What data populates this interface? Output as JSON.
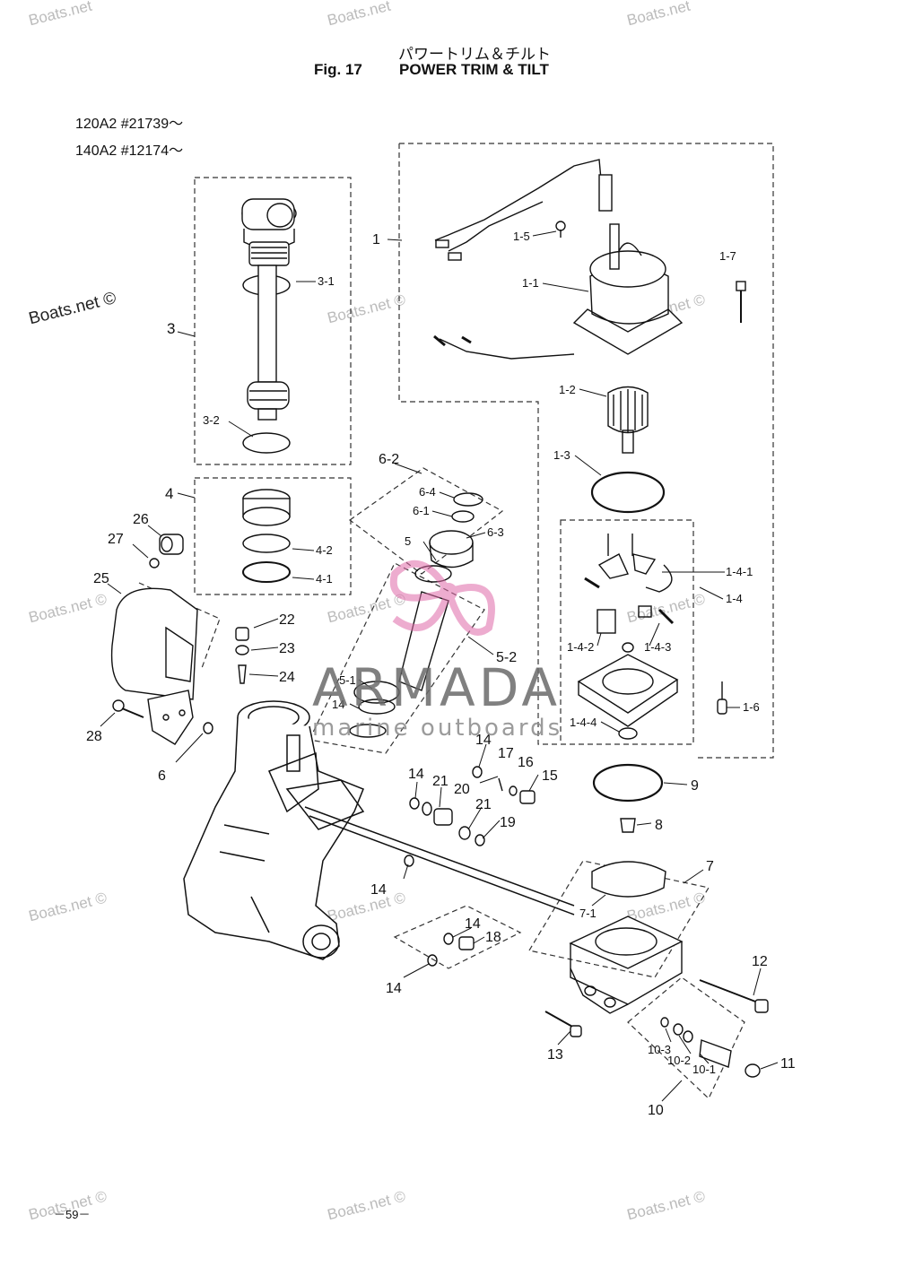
{
  "header": {
    "title_jp": "パワートリム＆チルト",
    "fig": "Fig. 17",
    "title_en": "POWER TRIM & TILT"
  },
  "models": [
    "120A2 #21739～",
    "140A2 #12174～"
  ],
  "page_number": "－59－",
  "watermarks": {
    "site": "Boats.net",
    "site_copyright": "Boats.net ©"
  },
  "brand": {
    "name": "ARMADA",
    "subtitle": "marine outboards",
    "accent": "#e06aa8"
  },
  "colors": {
    "line": "#111111",
    "dash": "#333333",
    "watermark": "#bbbbbb"
  },
  "callouts": [
    "1",
    "1-5",
    "1-7",
    "1-1",
    "1-2",
    "1-3",
    "1-4-1",
    "1-4",
    "1-4-2",
    "1-4-3",
    "1-6",
    "1-4-4",
    "3",
    "3-1",
    "3-2",
    "4",
    "4-2",
    "4-1",
    "26",
    "27",
    "25",
    "22",
    "23",
    "24",
    "28",
    "6",
    "6-2",
    "6-4",
    "6-1",
    "6-3",
    "5",
    "5-2",
    "5-1",
    "14",
    "14",
    "17",
    "16",
    "15",
    "14",
    "21",
    "20",
    "21",
    "19",
    "14",
    "14",
    "18",
    "14",
    "9",
    "8",
    "7",
    "7-1",
    "12",
    "13",
    "10-3",
    "10-2",
    "10-1",
    "11",
    "10"
  ]
}
